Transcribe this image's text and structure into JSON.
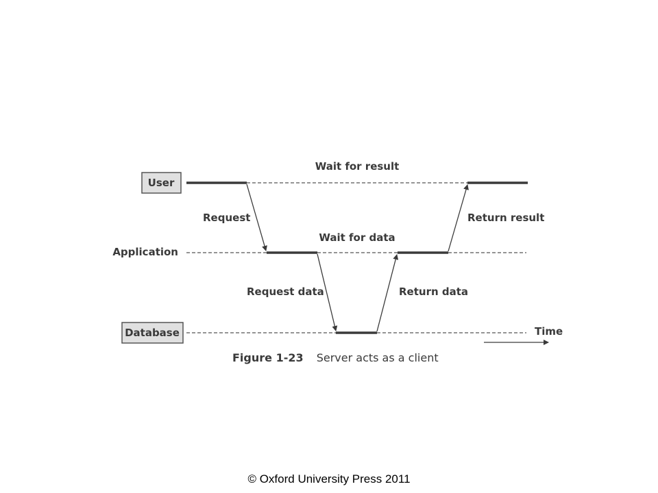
{
  "lanes": {
    "user": "User",
    "application": "Application",
    "database": "Database"
  },
  "labels": {
    "wait_for_result": "Wait for result",
    "wait_for_data": "Wait for data",
    "request": "Request",
    "return_result": "Return result",
    "request_data": "Request data",
    "return_data": "Return data",
    "time": "Time"
  },
  "caption": {
    "figure_number": "Figure 1-23",
    "text": "Server acts as a client"
  },
  "copyright": "© Oxford University Press 2011"
}
